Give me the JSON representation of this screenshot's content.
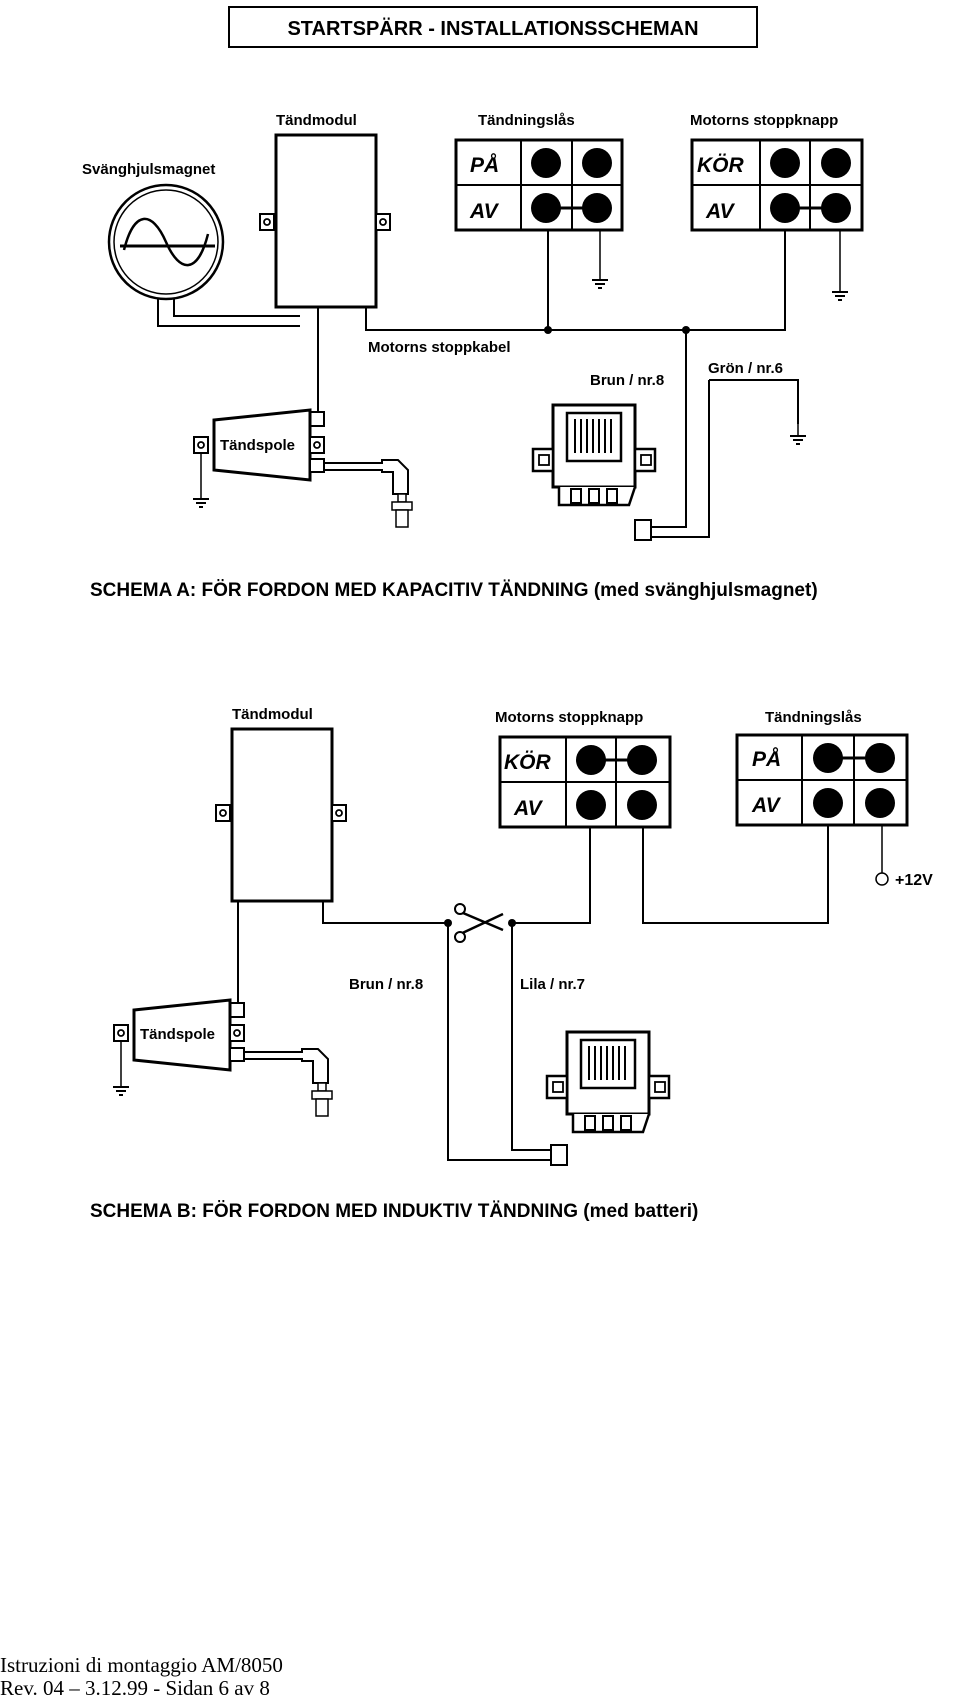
{
  "header": {
    "title": "STARTSPÄRR - INSTALLATIONSSCHEMAN"
  },
  "schema_a": {
    "caption": "SCHEMA A: FÖR FORDON MED KAPACITIV TÄNDNING (med svänghjulsmagnet)",
    "flywheel_label": "Svänghjulsmagnet",
    "module_label": "Tändmodul",
    "coil_label": "Tändspole",
    "ignition_lock": {
      "title": "Tändningslås",
      "row1": "PÅ",
      "row2": "AV"
    },
    "stop_button": {
      "title": "Motorns stoppknapp",
      "row1": "KÖR",
      "row2": "AV"
    },
    "cable_label": "Motorns stoppkabel",
    "wire_brown": "Brun / nr.8",
    "wire_green": "Grön / nr.6"
  },
  "schema_b": {
    "caption": "SCHEMA B: FÖR FORDON MED INDUKTIV TÄNDNING (med batteri)",
    "module_label": "Tändmodul",
    "coil_label": "Tändspole",
    "stop_button": {
      "title": "Motorns stoppknapp",
      "row1": "KÖR",
      "row2": "AV"
    },
    "ignition_lock": {
      "title": "Tändningslås",
      "row1": "PÅ",
      "row2": "AV"
    },
    "supply_label": "+12V",
    "wire_brown": "Brun / nr.8",
    "wire_purple": "Lila / nr.7"
  },
  "footer": {
    "line1": "Istruzioni di montaggio AM/8050",
    "line2": "Rev. 04 – 3.12.99 - Sidan 6 av 8"
  }
}
